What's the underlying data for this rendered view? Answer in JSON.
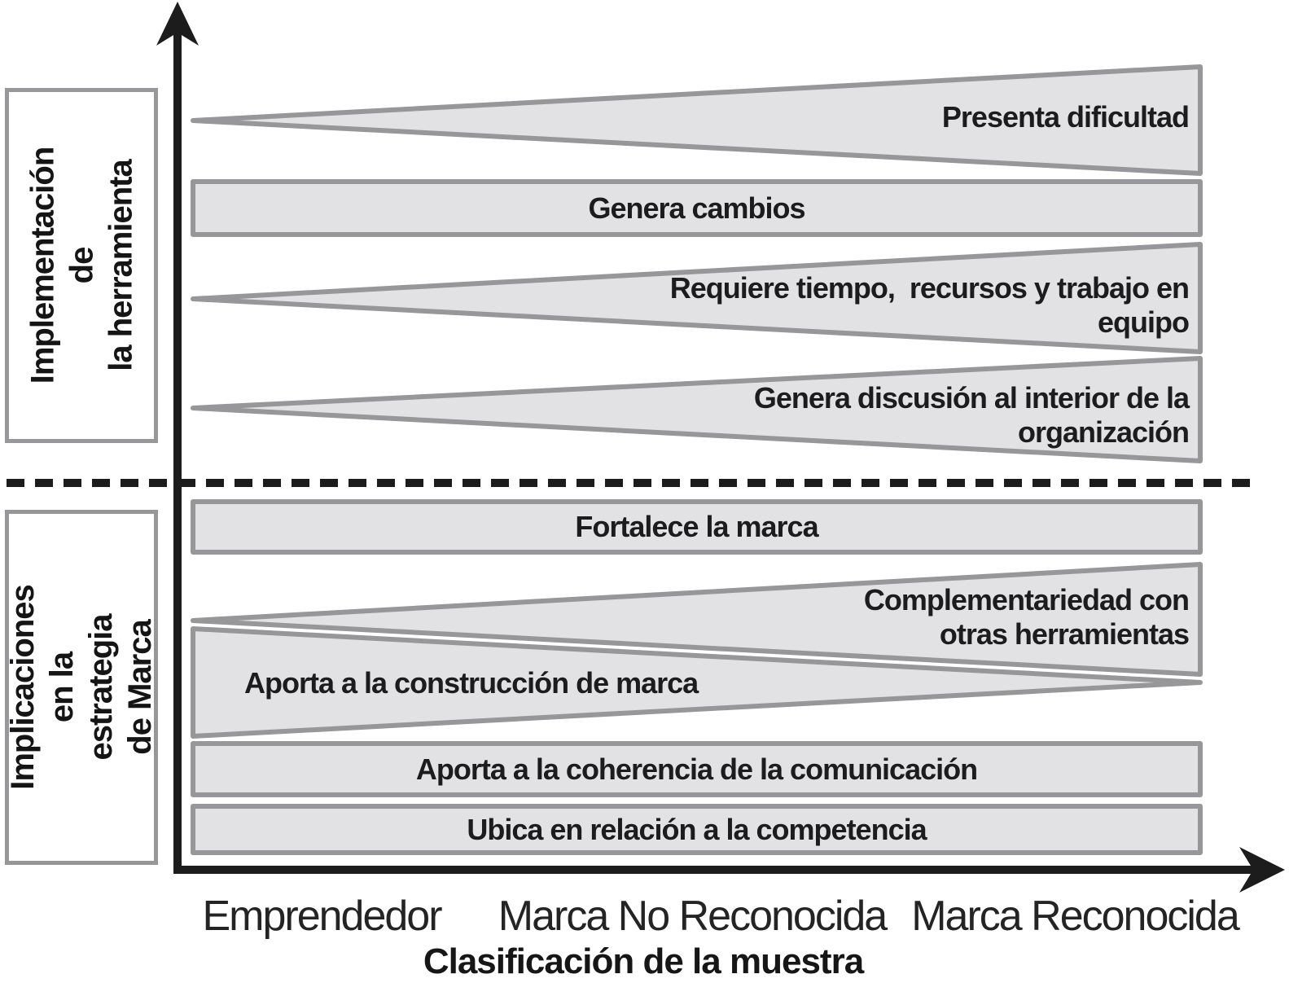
{
  "colors": {
    "shape_fill": "#e2e2e4",
    "shape_stroke": "#97979a",
    "axis_color": "#1c1c1c",
    "text_color": "#1c1c1e"
  },
  "sections": {
    "top": "Implementación de\nla herramienta",
    "bottom": "Implicaciones\nen la estrategia\nde Marca"
  },
  "bands": {
    "presenta_dificultad": "Presenta dificultad",
    "genera_cambios": "Genera cambios",
    "requiere_tiempo": "Requiere tiempo,  recursos y trabajo en\nequipo",
    "genera_discusion": "Genera discusión al interior de la\norganización",
    "fortalece_marca": "Fortalece la marca",
    "complementariedad": "Complementariedad con\notras herramientas",
    "aporta_construccion": "Aporta a la construcción de marca",
    "aporta_coherencia": "Aporta a la coherencia de la comunicación",
    "ubica_competencia": "Ubica en relación a la competencia"
  },
  "axis": {
    "x_title": "Clasificación de la muestra",
    "x_ticks": [
      "Emprendedor",
      "Marca No Reconocida",
      "Marca Reconocida"
    ]
  },
  "chart_data": {
    "type": "area",
    "subtype": "qualitative-wedge-diagram",
    "title": "",
    "xlabel": "Clasificación de la muestra",
    "ylabel_sections": [
      "Implementación de la herramienta",
      "Implicaciones en la estrategia de Marca"
    ],
    "categories": [
      "Emprendedor",
      "Marca No Reconocida",
      "Marca Reconocida"
    ],
    "separator": "dashed line between the two y-axis sections",
    "series": [
      {
        "name": "Presenta dificultad",
        "section": "Implementación de la herramienta",
        "shape": "wedge",
        "trend": "increasing left to right"
      },
      {
        "name": "Genera cambios",
        "section": "Implementación de la herramienta",
        "shape": "bar",
        "trend": "constant"
      },
      {
        "name": "Requiere tiempo,  recursos y trabajo en equipo",
        "section": "Implementación de la herramienta",
        "shape": "wedge",
        "trend": "increasing left to right"
      },
      {
        "name": "Genera discusión al interior de la organización",
        "section": "Implementación de la herramienta",
        "shape": "wedge",
        "trend": "increasing left to right"
      },
      {
        "name": "Fortalece la marca",
        "section": "Implicaciones en la estrategia de Marca",
        "shape": "bar",
        "trend": "constant"
      },
      {
        "name": "Complementariedad con otras herramientas",
        "section": "Implicaciones en la estrategia de Marca",
        "shape": "wedge",
        "trend": "increasing left to right"
      },
      {
        "name": "Aporta a la construcción de marca",
        "section": "Implicaciones en la estrategia de Marca",
        "shape": "wedge",
        "trend": "decreasing left to right"
      },
      {
        "name": "Aporta a la coherencia de la comunicación",
        "section": "Implicaciones en la estrategia de Marca",
        "shape": "bar",
        "trend": "constant"
      },
      {
        "name": "Ubica en relación a la competencia",
        "section": "Implicaciones en la estrategia de Marca",
        "shape": "bar",
        "trend": "constant"
      }
    ],
    "legend": "none",
    "grid": false
  }
}
